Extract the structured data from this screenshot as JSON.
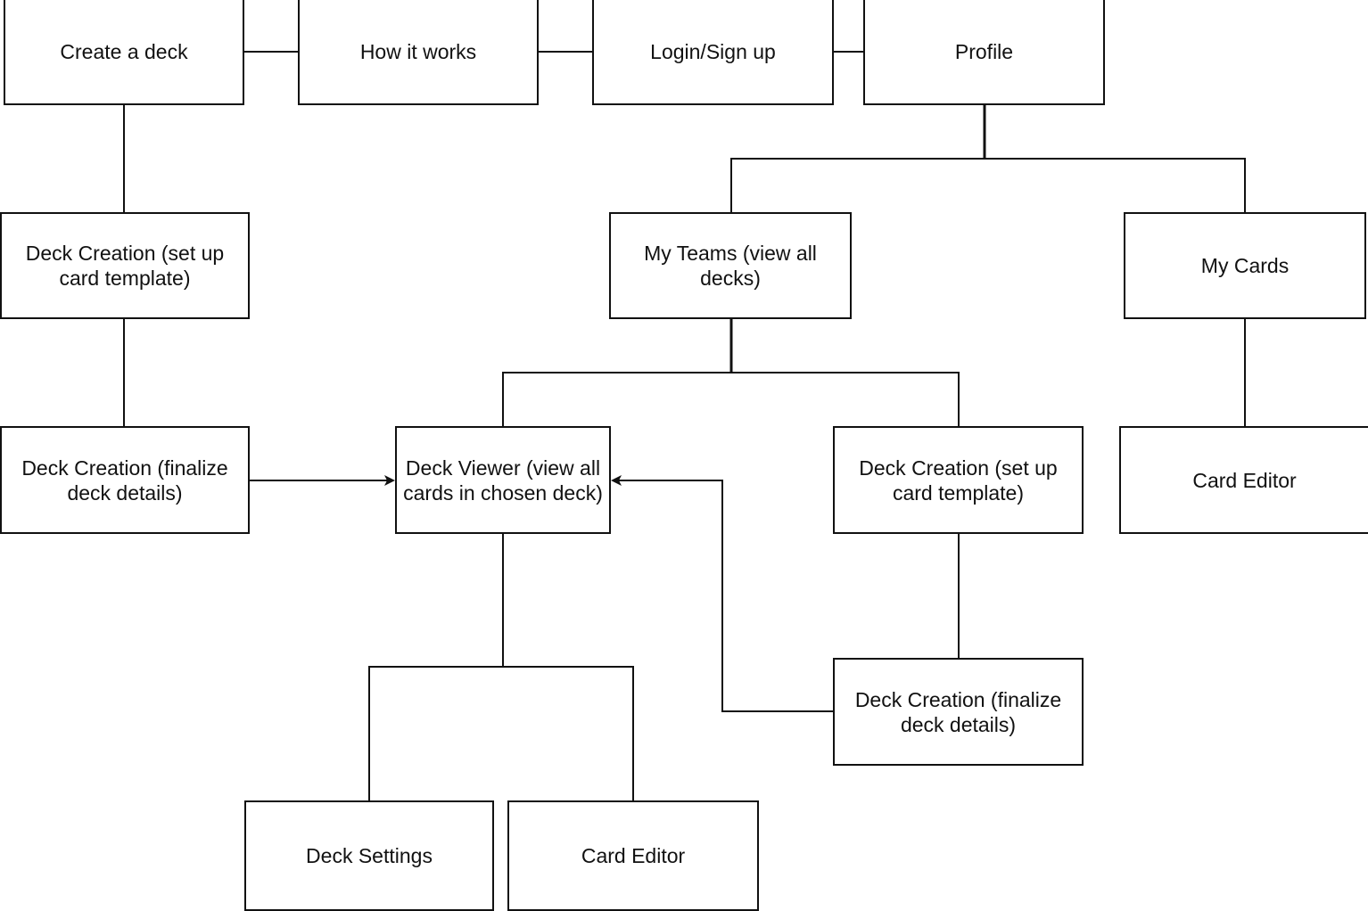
{
  "diagram": {
    "nodes": {
      "create_deck": "Create a deck",
      "how_it_works": "How it works",
      "login_signup": "Login/Sign up",
      "profile": "Profile",
      "deck_creation_setup_left": "Deck Creation (set up card template)",
      "my_teams": "My Teams (view all decks)",
      "my_cards": "My Cards",
      "deck_creation_finalize_left": "Deck Creation (finalize deck details)",
      "deck_viewer": "Deck Viewer (view all cards in chosen deck)",
      "deck_creation_setup_right": "Deck Creation (set up card template)",
      "card_editor_right": "Card Editor",
      "deck_creation_finalize_right": "Deck Creation (finalize deck details)",
      "deck_settings": "Deck Settings",
      "card_editor_bottom": "Card Editor"
    },
    "line_color": "#111111",
    "box_border_color": "#111111",
    "background_color": "#ffffff"
  }
}
